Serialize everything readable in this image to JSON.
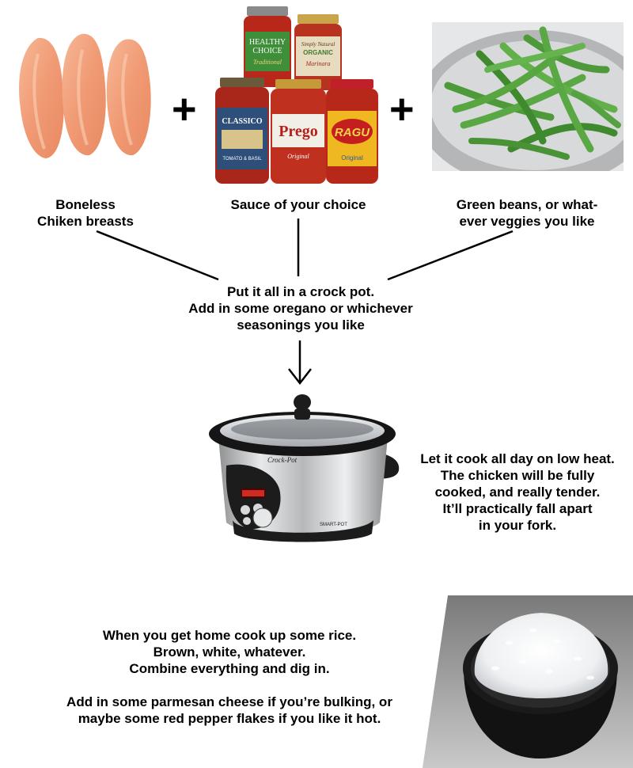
{
  "ingredients": {
    "chicken": {
      "line1": "Boneless",
      "line2": "Chiken breasts"
    },
    "sauce": {
      "label": "Sauce of your choice"
    },
    "beans": {
      "line1": "Green beans, or what-",
      "line2": "ever veggies you like"
    }
  },
  "jars": {
    "healthy_choice": {
      "brand1": "HEALTHY",
      "brand2": "CHOICE",
      "sub": "Traditional"
    },
    "simply_natural": {
      "brand1": "Simply Natural",
      "brand2": "ORGANIC",
      "sub": "Marinara"
    },
    "classico": {
      "brand": "CLASSICO",
      "sub": "TOMATO & BASIL"
    },
    "prego": {
      "brand": "Prego",
      "sub": "Original"
    },
    "ragu": {
      "brand": "RAGU",
      "sub": "Original"
    }
  },
  "crockpot": {
    "line1": "Put it all in a crock pot.",
    "line2": "Add in some oregano or whichever",
    "line3": "seasonings you like",
    "brand": "Crock-Pot",
    "model": "SMART-POT"
  },
  "cook": {
    "line1": "Let it cook all day on low heat.",
    "line2": "The chicken will be fully",
    "line3": "cooked, and really tender.",
    "line4": "It’ll practically fall apart",
    "line5": "in your fork."
  },
  "rice": {
    "line1": "When you get home cook up some rice.",
    "line2": "Brown, white, whatever.",
    "line3": "Combine everything and dig in.",
    "line4": "Add in some parmesan cheese if you’re bulking, or",
    "line5": "maybe some red pepper flakes if you like it hot."
  },
  "symbols": {
    "plus": "+"
  },
  "colors": {
    "chicken": "#f2a37e",
    "sauce": "#b8281a",
    "beans": "#4e9a3a",
    "pot_steel": "#c9cacb",
    "pot_black": "#1c1c1c"
  }
}
